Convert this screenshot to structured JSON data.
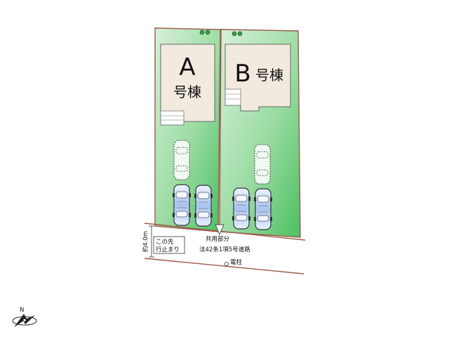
{
  "building_a": {
    "letter": "A",
    "suffix": "号棟"
  },
  "building_b": {
    "letter": "B",
    "suffix": "号棟"
  },
  "road": {
    "shared": "共用部分",
    "law": "法42条1項5号道路",
    "pole": "電柱",
    "width": "約4.0m",
    "dead_end_line1": "この先",
    "dead_end_line2": "行止まり"
  },
  "compass": {
    "north": "N"
  },
  "colors": {
    "lot_green": "#7ccf84",
    "building": "#f3eadf",
    "boundary": "#9a5a4a"
  }
}
